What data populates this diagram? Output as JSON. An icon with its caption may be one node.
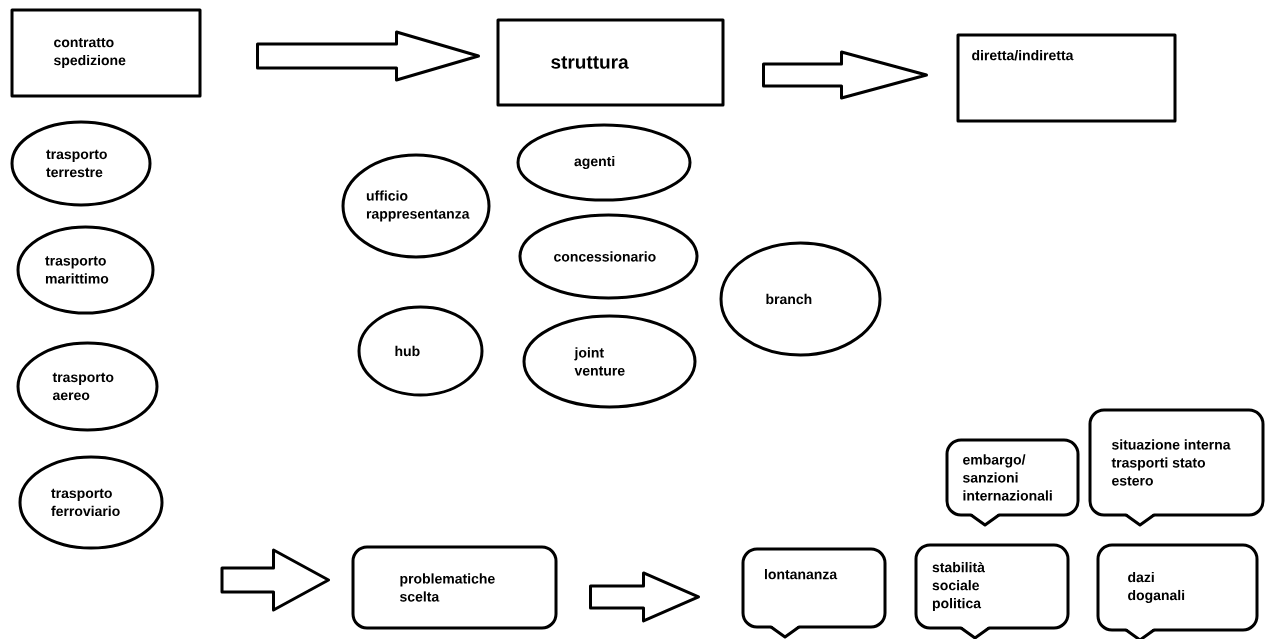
{
  "diagram": {
    "nodes": [
      {
        "text": [
          "contratto spedizione"
        ]
      },
      {
        "text": [
          "struttura"
        ]
      },
      {
        "text": [
          "diretta/indiretta"
        ]
      },
      {
        "text": [
          "trasporto terrestre"
        ]
      },
      {
        "text": [
          "agenti"
        ]
      },
      {
        "text": [
          "ufficio rappresentanza"
        ]
      },
      {
        "text": [
          "trasporto marittimo"
        ]
      },
      {
        "text": [
          "concessionario"
        ]
      },
      {
        "text": [
          "branch"
        ]
      },
      {
        "text": [
          "hub"
        ]
      },
      {
        "text": [
          "joint venture"
        ]
      },
      {
        "text": [
          "trasporto aereo"
        ]
      },
      {
        "text": [
          "situazione interna trasporti stato estero"
        ]
      },
      {
        "text": [
          "embargo/ sanzioni internazionali"
        ]
      },
      {
        "text": [
          "trasporto ferroviario"
        ]
      },
      {
        "text": [
          "problematiche scelta"
        ]
      },
      {
        "text": [
          "lontananza"
        ]
      },
      {
        "text": [
          "stabilità sociale politica"
        ]
      },
      {
        "text": [
          "dazi doganali"
        ]
      }
    ],
    "edges": [
      {
        "from": 0,
        "to": 1,
        "arrow": "to"
      },
      {
        "from": 1,
        "to": 2,
        "arrow": "to"
      },
      {
        "from": null,
        "to": 15,
        "arrow": "to"
      },
      {
        "from": 15,
        "to": 16,
        "arrow": "to"
      }
    ]
  }
}
